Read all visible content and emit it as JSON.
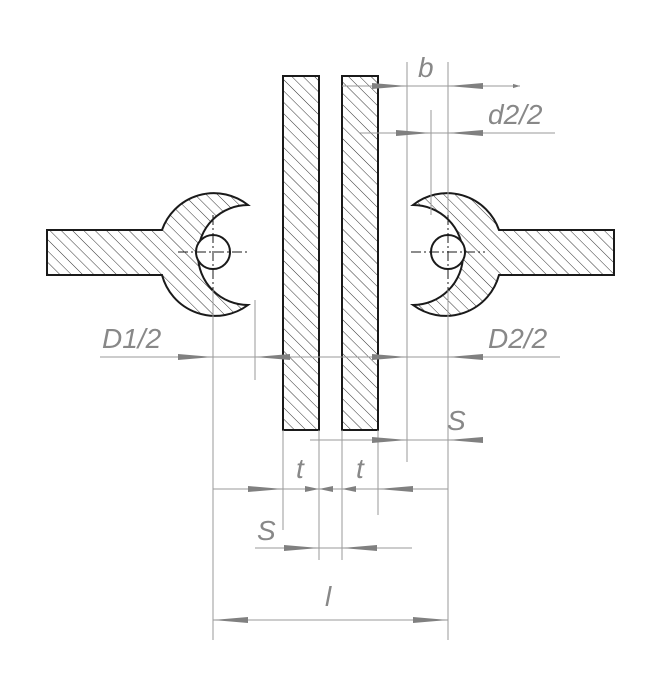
{
  "diagram": {
    "labels": {
      "b": "b",
      "d2_half": "d2/2",
      "D1_half": "D1/2",
      "D2_half": "D2/2",
      "S_right": "S",
      "t_left": "t",
      "t_right": "t",
      "S_lower": "S",
      "l": "l"
    },
    "colors": {
      "outline": "#1a1a1a",
      "hatch": "#333333",
      "dimension": "#9a9a9a",
      "arrow": "#808080",
      "label": "#888888",
      "background": "#ffffff"
    }
  }
}
